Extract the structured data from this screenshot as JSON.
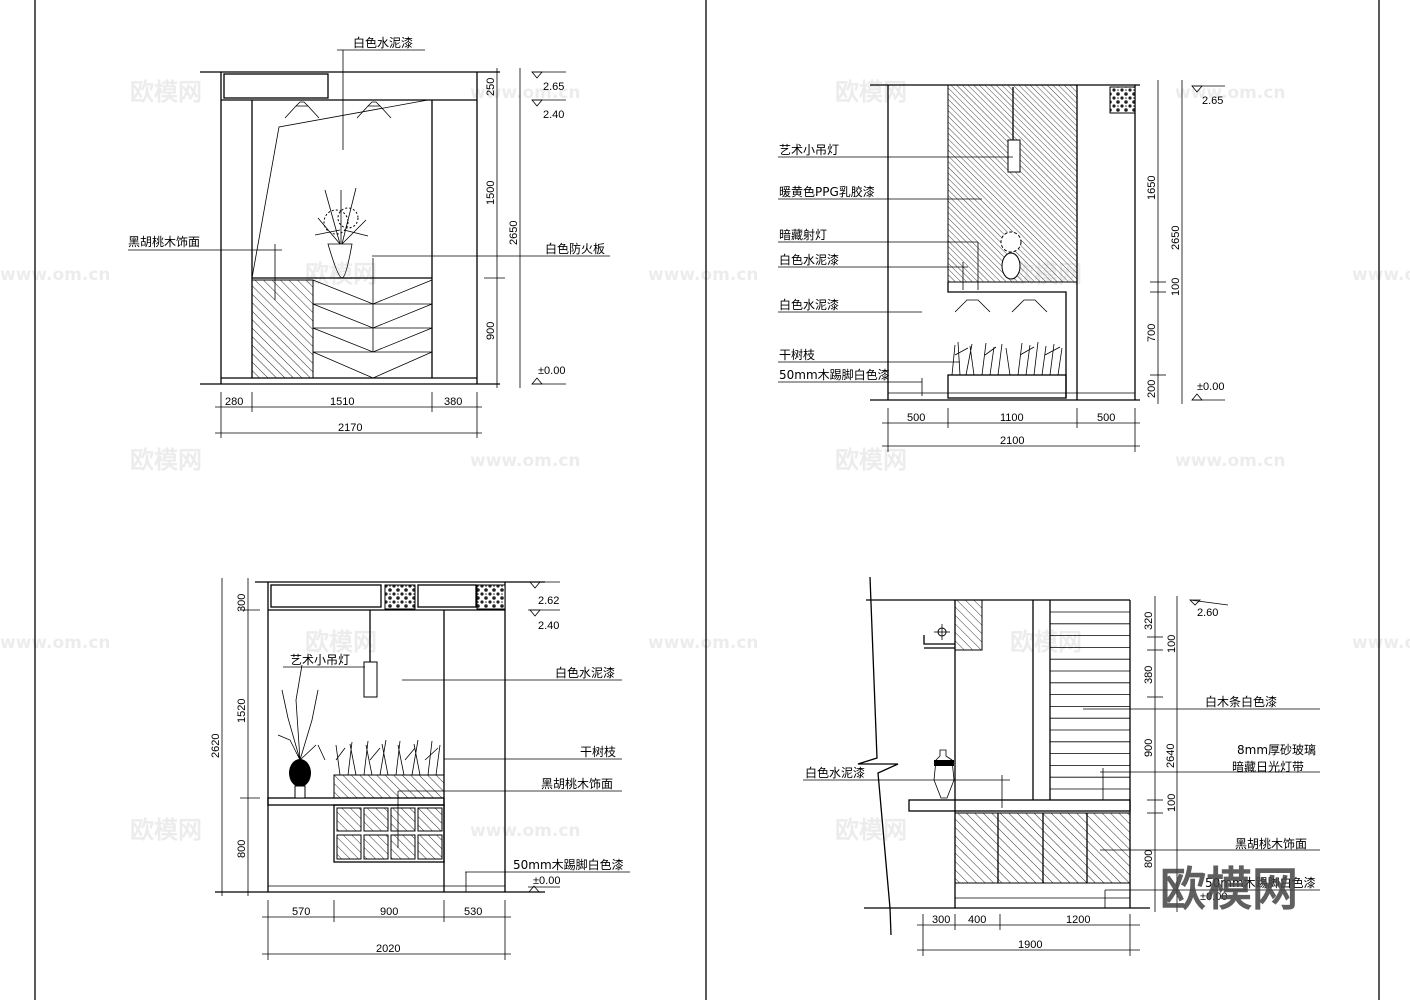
{
  "watermark": {
    "logo": "欧模网",
    "url": "www.om.cn"
  },
  "elevation_a": {
    "labels": {
      "top": "白色水泥漆",
      "left": "黑胡桃木饰面",
      "right": "白色防火板"
    },
    "levels": [
      "2.65",
      "2.40",
      "±0.00"
    ],
    "dims_v": [
      "250",
      "1500",
      "900"
    ],
    "dim_total_v": "2650",
    "dims_h": [
      "280",
      "1510",
      "380"
    ],
    "dim_total_h": "2170"
  },
  "elevation_b": {
    "labels": [
      "艺术小吊灯",
      "暖黄色PPG乳胶漆",
      "暗藏射灯",
      "白色水泥漆",
      "白色水泥漆",
      "干树枝",
      "50mm木踢脚白色漆"
    ],
    "levels": [
      "2.65",
      "±0.00"
    ],
    "dims_v": [
      "1650",
      "100",
      "700",
      "200"
    ],
    "dim_total_v": "2650",
    "dims_h": [
      "500",
      "1100",
      "500"
    ],
    "dim_total_h": "2100"
  },
  "elevation_c": {
    "labels": {
      "pendant": "艺术小吊灯",
      "wall": "白色水泥漆",
      "branches": "干树枝",
      "veneer": "黑胡桃木饰面",
      "skirting": "50mm木踢脚白色漆"
    },
    "levels": [
      "2.62",
      "2.40",
      "±0.00"
    ],
    "dims_v": [
      "300",
      "1520",
      "800"
    ],
    "dim_total_v": "2620",
    "dims_h": [
      "570",
      "900",
      "530"
    ],
    "dim_total_h": "2020"
  },
  "elevation_d": {
    "labels": {
      "wall": "白色水泥漆",
      "slats": "白木条白色漆",
      "glass": "8mm厚砂玻璃",
      "light": "暗藏日光灯带",
      "veneer": "黑胡桃木饰面",
      "skirting": "50mm木踢脚白色漆"
    },
    "levels": [
      "2.60",
      "±0.00"
    ],
    "dims_v": [
      "320",
      "100",
      "380",
      "900",
      "100",
      "800"
    ],
    "dim_total_v": "2640",
    "dims_h": [
      "300",
      "400",
      "1200"
    ],
    "dim_total_h": "1900"
  }
}
